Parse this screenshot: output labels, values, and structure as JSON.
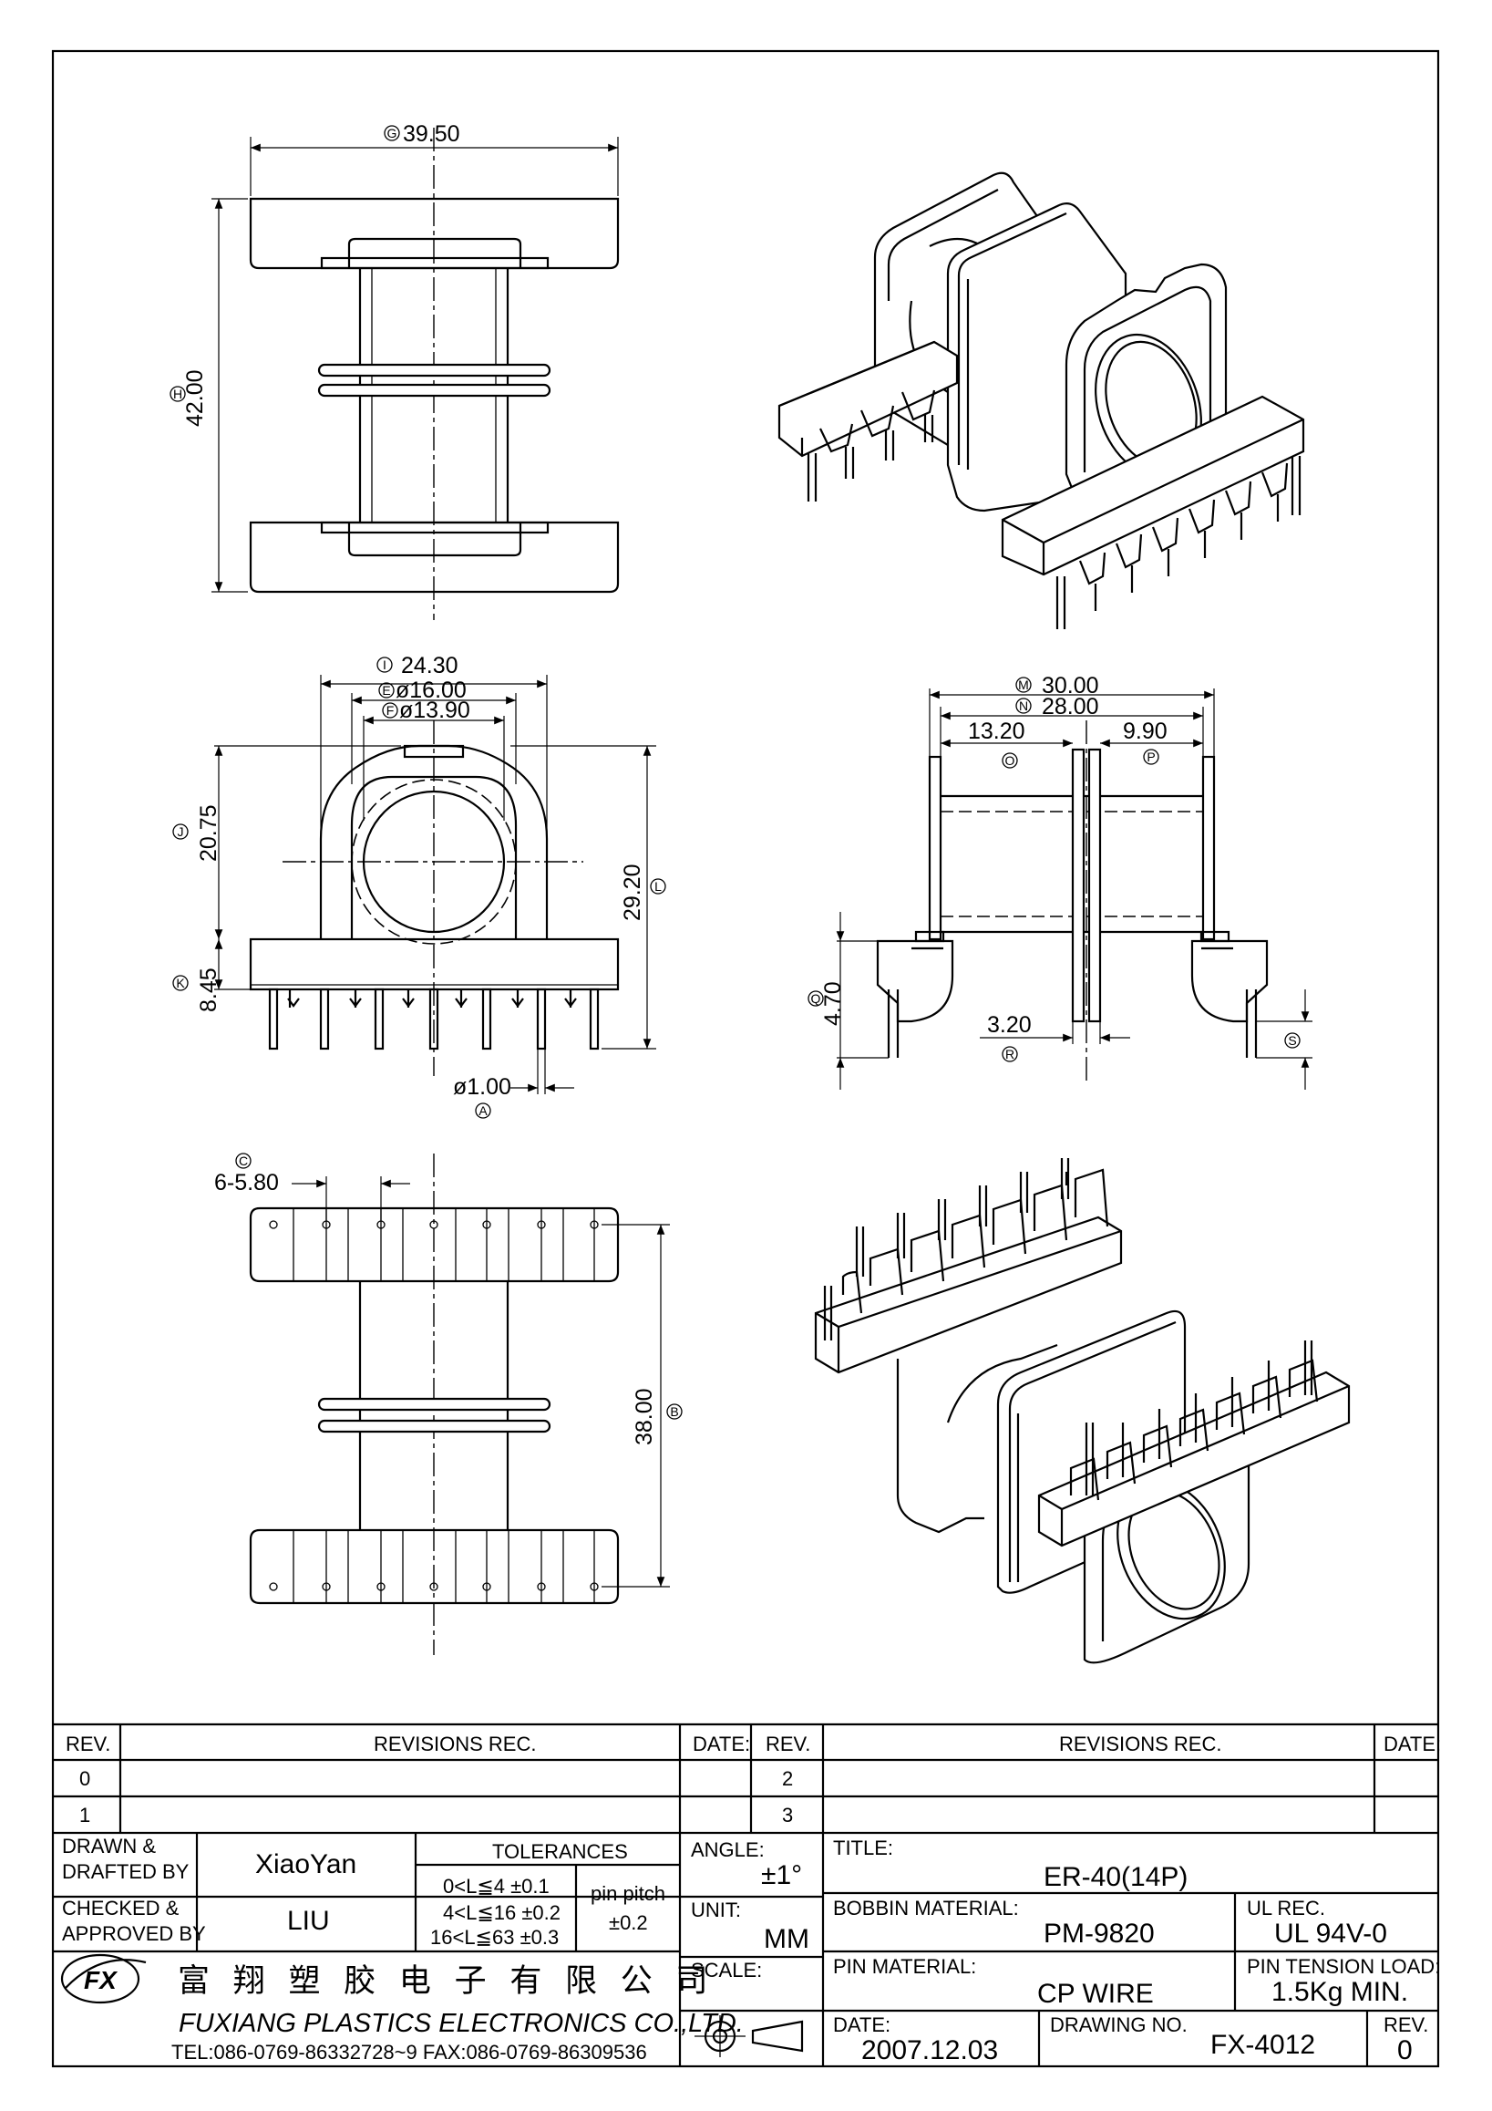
{
  "top_view": {
    "dims": {
      "G": "39.50",
      "H": "42.00"
    },
    "labels": {
      "G": "G",
      "H": "H"
    }
  },
  "front_view": {
    "dims": {
      "I": "24.30",
      "E": "ø16.00",
      "F": "ø13.90",
      "J": "20.75",
      "K": "8.45",
      "L": "29.20",
      "A": "ø1.00"
    },
    "labels": {
      "I": "I",
      "E": "E",
      "F": "F",
      "J": "J",
      "K": "K",
      "L": "L",
      "A": "A"
    }
  },
  "side_view": {
    "dims": {
      "M": "30.00",
      "N": "28.00",
      "O": "13.20",
      "P": "9.90",
      "R": "3.20",
      "Q": "4.70"
    },
    "labels": {
      "M": "M",
      "N": "N",
      "O": "O",
      "P": "P",
      "R": "R",
      "Q": "Q",
      "S": "S"
    }
  },
  "bottom_view": {
    "dims": {
      "C": "6-5.80",
      "B": "38.00"
    },
    "labels": {
      "C": "C",
      "B": "B"
    }
  },
  "title_block": {
    "rev_header": "REV.",
    "revisions_header": "REVISIONS   REC.",
    "date_header": "DATE:",
    "rev_rows_left": [
      "0",
      "1"
    ],
    "rev_rows_right": [
      "2",
      "3"
    ],
    "drawn_label": "DRAWN &\nDRAFTED BY",
    "drawn_label_1": "DRAWN &",
    "drawn_label_2": "DRAFTED BY",
    "drawn_by": "XiaoYan",
    "checked_label_1": "CHECKED &",
    "checked_label_2": "APPROVED BY",
    "checked_by": "LIU",
    "tolerances_header": "TOLERANCES",
    "tolerances": [
      "0<L≦4   ±0.1",
      "4<L≦16  ±0.2",
      "16<L≦63  ±0.3"
    ],
    "pin_pitch_label": "pin pitch",
    "pin_pitch_value": "±0.2",
    "angle_label": "ANGLE:",
    "angle_value": "±1°",
    "unit_label": "UNIT:",
    "unit_value": "MM",
    "scale_label": "SCALE:",
    "title_label": "TITLE:",
    "title_value": "ER-40(14P)",
    "bobbin_label": "BOBBIN MATERIAL:",
    "bobbin_value": "PM-9820",
    "ul_label": "UL REC.",
    "ul_value": "UL 94V-0",
    "pin_material_label": "PIN MATERIAL:",
    "pin_material_value": "CP WIRE",
    "tension_label": "PIN TENSION LOAD:",
    "tension_value": "1.5Kg  MIN.",
    "date_label": "DATE:",
    "date_value": "2007.12.03",
    "drawing_no_label": "DRAWING NO.",
    "drawing_no_value": "FX-4012",
    "rev_label": "REV.",
    "rev_value": "0",
    "company_cn": "富 翔 塑 胶 电 子 有 限 公 司",
    "company_en": "FUXIANG PLASTICS ELECTRONICS CO.,LTD.",
    "contact": "TEL:086-0769-86332728~9  FAX:086-0769-86309536",
    "logo_text": "FX"
  }
}
